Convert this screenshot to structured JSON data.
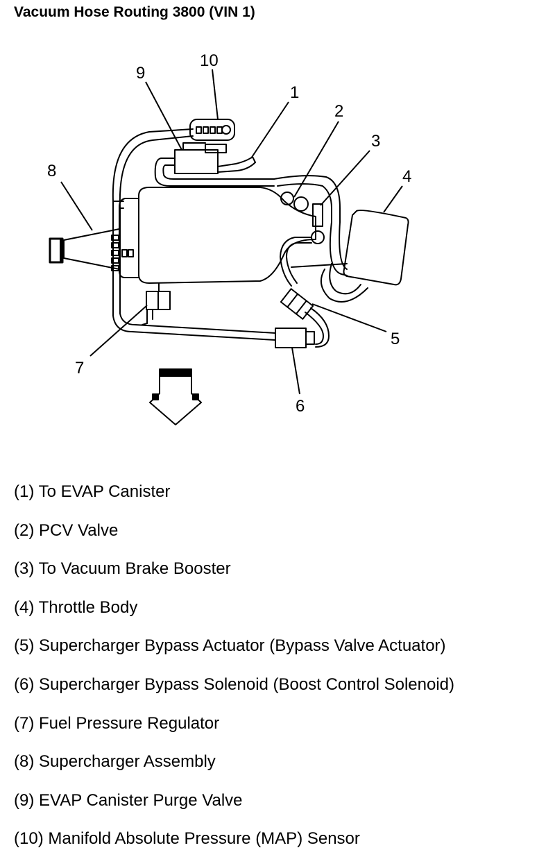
{
  "title": "Vacuum Hose Routing 3800 (VIN 1)",
  "callouts": [
    "1",
    "2",
    "3",
    "4",
    "5",
    "6",
    "7",
    "8",
    "9",
    "10"
  ],
  "legend": [
    {
      "number": "(1)",
      "text": "To EVAP Canister"
    },
    {
      "number": "(2)",
      "text": "PCV Valve"
    },
    {
      "number": "(3)",
      "text": "To Vacuum Brake Booster"
    },
    {
      "number": "(4)",
      "text": "Throttle Body"
    },
    {
      "number": "(5)",
      "text": "Supercharger Bypass Actuator (Bypass Valve Actuator)"
    },
    {
      "number": "(6)",
      "text": "Supercharger Bypass Solenoid (Boost Control Solenoid)"
    },
    {
      "number": "(7)",
      "text": "Fuel Pressure Regulator"
    },
    {
      "number": "(8)",
      "text": "Supercharger Assembly"
    },
    {
      "number": "(9)",
      "text": "EVAP Canister Purge Valve"
    },
    {
      "number": "(10)",
      "text": "Manifold Absolute Pressure (MAP) Sensor"
    }
  ]
}
